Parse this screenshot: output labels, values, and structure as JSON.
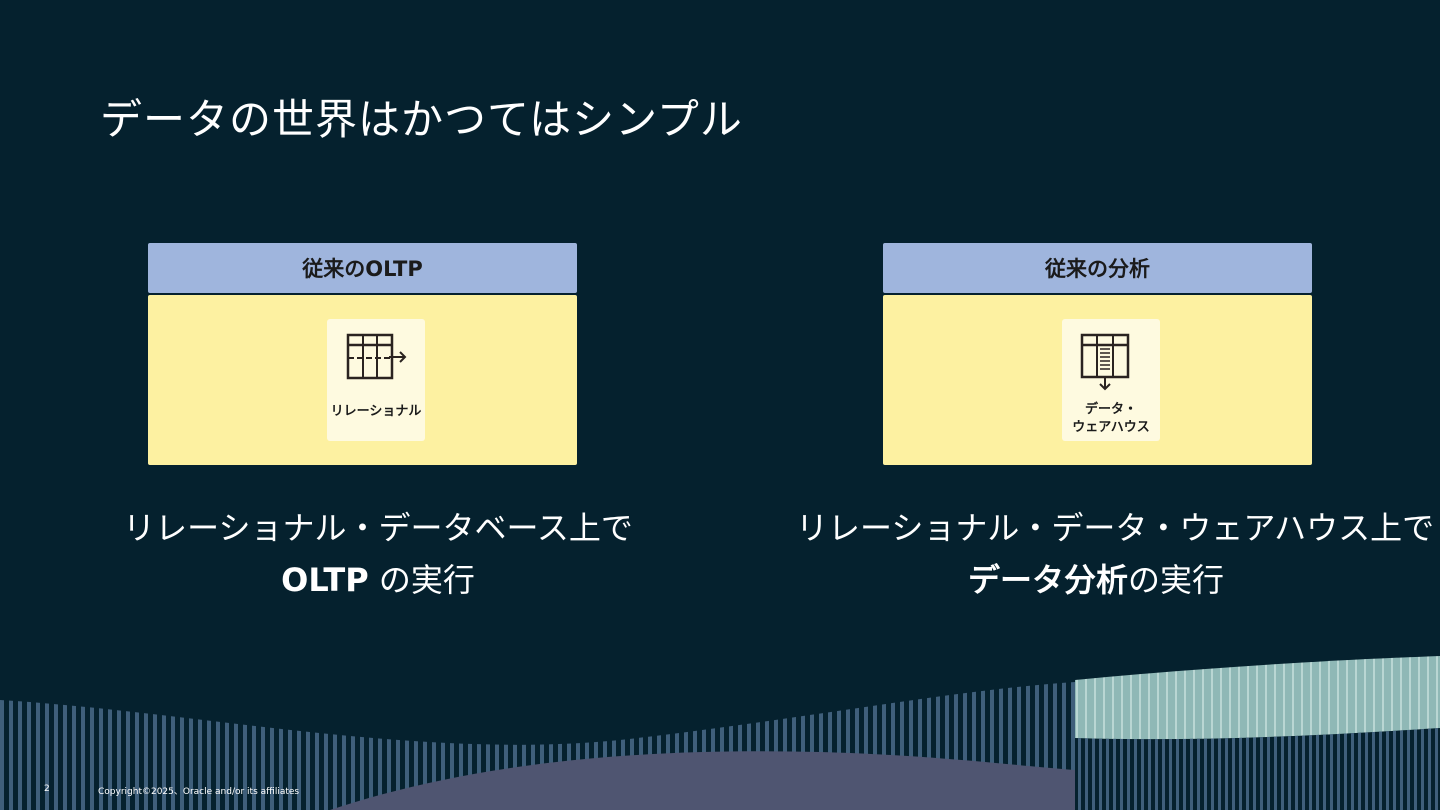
{
  "slide": {
    "title": "データの世界はかつてはシンプル",
    "page_number": "2",
    "copyright": "Copyright©2025、Oracle and/or its affiliates"
  },
  "panels": {
    "oltp": {
      "header": "従来のOLTP",
      "icon": "relational-table-icon",
      "icon_label": "リレーショナル",
      "desc_line1": "リレーショナル・データベース上で",
      "desc_bold": "OLTP",
      "desc_rest": " の実行"
    },
    "analytics": {
      "header": "従来の分析",
      "icon": "data-warehouse-icon",
      "icon_label_line1": "データ・",
      "icon_label_line2": "ウェアハウス",
      "desc_line1": "リレーショナル・データ・ウェアハウス上で",
      "desc_bold": "データ分析",
      "desc_rest": "の実行"
    }
  },
  "colors": {
    "background": "#05212e",
    "header": "#9fb5dd",
    "body": "#fdf1a1",
    "card": "#fefae0"
  }
}
